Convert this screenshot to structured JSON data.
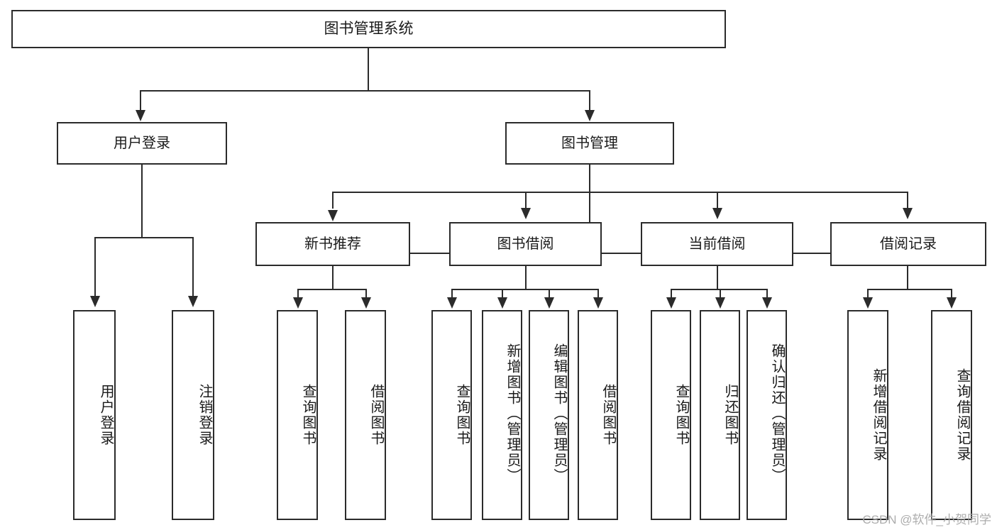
{
  "diagram": {
    "type": "tree-hierarchy",
    "title": "图书管理系统",
    "root": {
      "label": "图书管理系统"
    },
    "level1": [
      {
        "id": "user-login",
        "label": "用户登录"
      },
      {
        "id": "book-manage",
        "label": "图书管理"
      }
    ],
    "level2": [
      {
        "id": "new-book-recommend",
        "label": "新书推荐"
      },
      {
        "id": "book-borrow",
        "label": "图书借阅"
      },
      {
        "id": "current-borrow",
        "label": "当前借阅"
      },
      {
        "id": "borrow-record",
        "label": "借阅记录"
      }
    ],
    "leaves": {
      "user_login": [
        {
          "id": "leaf-user-login",
          "label": "用户登录"
        },
        {
          "id": "leaf-logout",
          "label": "注销登录"
        }
      ],
      "new_book_recommend": [
        {
          "id": "leaf-query-book-1",
          "label": "查询图书"
        },
        {
          "id": "leaf-borrow-book-1",
          "label": "借阅图书"
        }
      ],
      "book_borrow": [
        {
          "id": "leaf-query-book-2",
          "label": "查询图书"
        },
        {
          "id": "leaf-add-book",
          "label": "新增图书（管理员）"
        },
        {
          "id": "leaf-edit-book",
          "label": "编辑图书（管理员）"
        },
        {
          "id": "leaf-borrow-book-2",
          "label": "借阅图书"
        }
      ],
      "current_borrow": [
        {
          "id": "leaf-query-book-3",
          "label": "查询图书"
        },
        {
          "id": "leaf-return-book",
          "label": "归还图书"
        },
        {
          "id": "leaf-confirm-return",
          "label": "确认归还（管理员）"
        }
      ],
      "borrow_record": [
        {
          "id": "leaf-add-record",
          "label": "新增借阅记录"
        },
        {
          "id": "leaf-query-record",
          "label": "查询借阅记录"
        }
      ]
    },
    "colors": {
      "stroke": "#2b2b2b",
      "fill": "#ffffff",
      "text": "#1a1a1a",
      "watermark": "#a9a9a9"
    }
  },
  "watermark": {
    "text": "CSDN @软件_小贺同学"
  }
}
